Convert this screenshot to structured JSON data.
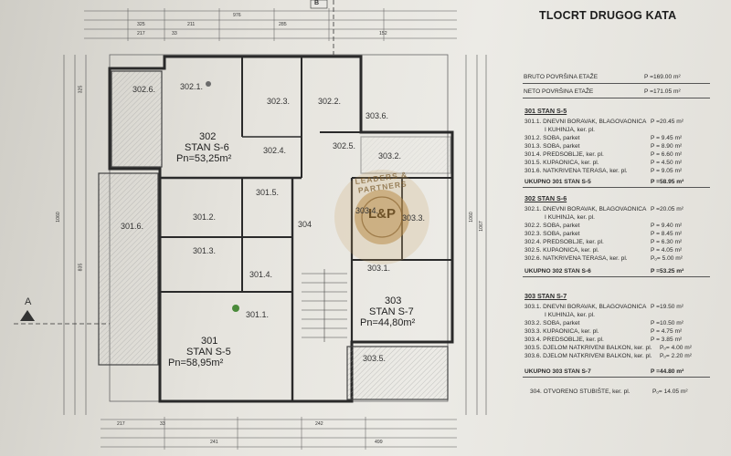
{
  "header": {
    "title": "TLOCRT DRUGOG KATA",
    "section_marker": "B"
  },
  "summary": {
    "bruto_label": "BRUTO POVRŠINA ETAŽE",
    "bruto_value": "P =169.00 m²",
    "neto_label": "NETO POVRŠINA ETAŽE",
    "neto_value": "P =171.05 m²"
  },
  "apartments": [
    {
      "heading": "301 STAN S-5",
      "rows": [
        {
          "label": "301.1. DNEVNI BORAVAK, BLAGOVAONICA",
          "value": "P =20.45 m²"
        },
        {
          "label": "I KUHINJA, ker. pl.",
          "value": ""
        },
        {
          "label": "301.2. SOBA, parket",
          "value": "P = 9.45 m²"
        },
        {
          "label": "301.3. SOBA, parket",
          "value": "P = 8.90 m²"
        },
        {
          "label": "301.4. PREDSOBLJE, ker. pl.",
          "value": "P = 6.60 m²"
        },
        {
          "label": "301.5. KUPAONICA, ker. pl.",
          "value": "P = 4.50 m²"
        },
        {
          "label": "301.6. NATKRIVENA TERASA, ker. pl.",
          "value": "P = 9.05 m²"
        }
      ],
      "total_label": "UKUPNO 301 STAN S-5",
      "total_value": "P =58.95 m²"
    },
    {
      "heading": "302 STAN S-6",
      "rows": [
        {
          "label": "302.1. DNEVNI BORAVAK, BLAGOVAONICA",
          "value": "P =20.05 m²"
        },
        {
          "label": "I KUHINJA, ker. pl.",
          "value": ""
        },
        {
          "label": "302.2. SOBA, parket",
          "value": "P = 9.40 m²"
        },
        {
          "label": "302.3. SOBA, parket",
          "value": "P = 8.45 m²"
        },
        {
          "label": "302.4. PREDSOBLJE, ker. pl.",
          "value": "P = 6.30 m²"
        },
        {
          "label": "302.5. KUPAONICA, ker. pl.",
          "value": "P = 4.05 m²"
        },
        {
          "label": "302.6. NATKRIVENA TERASA, ker. pl.",
          "value": "Pₒ= 5.00 m²"
        }
      ],
      "total_label": "UKUPNO 302 STAN S-6",
      "total_value": "P =53.25 m²"
    },
    {
      "heading": "303 STAN S-7",
      "rows": [
        {
          "label": "303.1. DNEVNI BORAVAK, BLAGOVAONICA",
          "value": "P =19.50 m²"
        },
        {
          "label": "I KUHINJA, ker. pl.",
          "value": ""
        },
        {
          "label": "303.2. SOBA, parket",
          "value": "P =10.50 m²"
        },
        {
          "label": "303.3. KUPAONICA, ker. pl.",
          "value": "P = 4.75 m²"
        },
        {
          "label": "303.4. PREDSOBLJE, ker. pl.",
          "value": "P = 3.85 m²"
        },
        {
          "label": "303.5. DJELOM NATKRIVENI BALKON, ker. pl.",
          "value": "Pₒ= 4.00 m²"
        },
        {
          "label": "303.6. DJELOM NATKRIVENI BALKON, ker. pl.",
          "value": "Pₒ= 2.20 m²"
        }
      ],
      "total_label": "UKUPNO 303 STAN S-7",
      "total_value": "P =44.80 m²"
    }
  ],
  "stair_row": {
    "label": "304. OTVORENO STUBIŠTE, ker. pl.",
    "value": "Pₒ= 14.05 m²"
  },
  "plan": {
    "units": [
      {
        "name": "302",
        "stan": "STAN S-6",
        "area": "Pn=53,25m²"
      },
      {
        "name": "301",
        "stan": "STAN S-5",
        "area": "Pn=58,95m²"
      },
      {
        "name": "303",
        "stan": "STAN S-7",
        "area": "Pn=44,80m²"
      }
    ],
    "room_labels": [
      "302.1.",
      "302.2.",
      "302.3.",
      "302.4.",
      "302.5.",
      "302.6.",
      "301.1.",
      "301.2.",
      "301.3.",
      "301.4.",
      "301.5.",
      "301.6.",
      "303.1.",
      "303.2.",
      "303.3.",
      "303.4.",
      "303.5.",
      "303.6.",
      "304"
    ],
    "section_mark": "A",
    "dims_top": [
      "976",
      "325",
      "211",
      "285",
      "217",
      "33",
      "152"
    ],
    "dims_bottom": [
      "217",
      "33",
      "242",
      "241",
      "499"
    ],
    "dims_left": [
      "325",
      "1060",
      "835"
    ],
    "dims_right": [
      "1060",
      "1067"
    ]
  },
  "watermark": {
    "text": "LEADERS & PARTNERS",
    "mono": "L&P"
  }
}
